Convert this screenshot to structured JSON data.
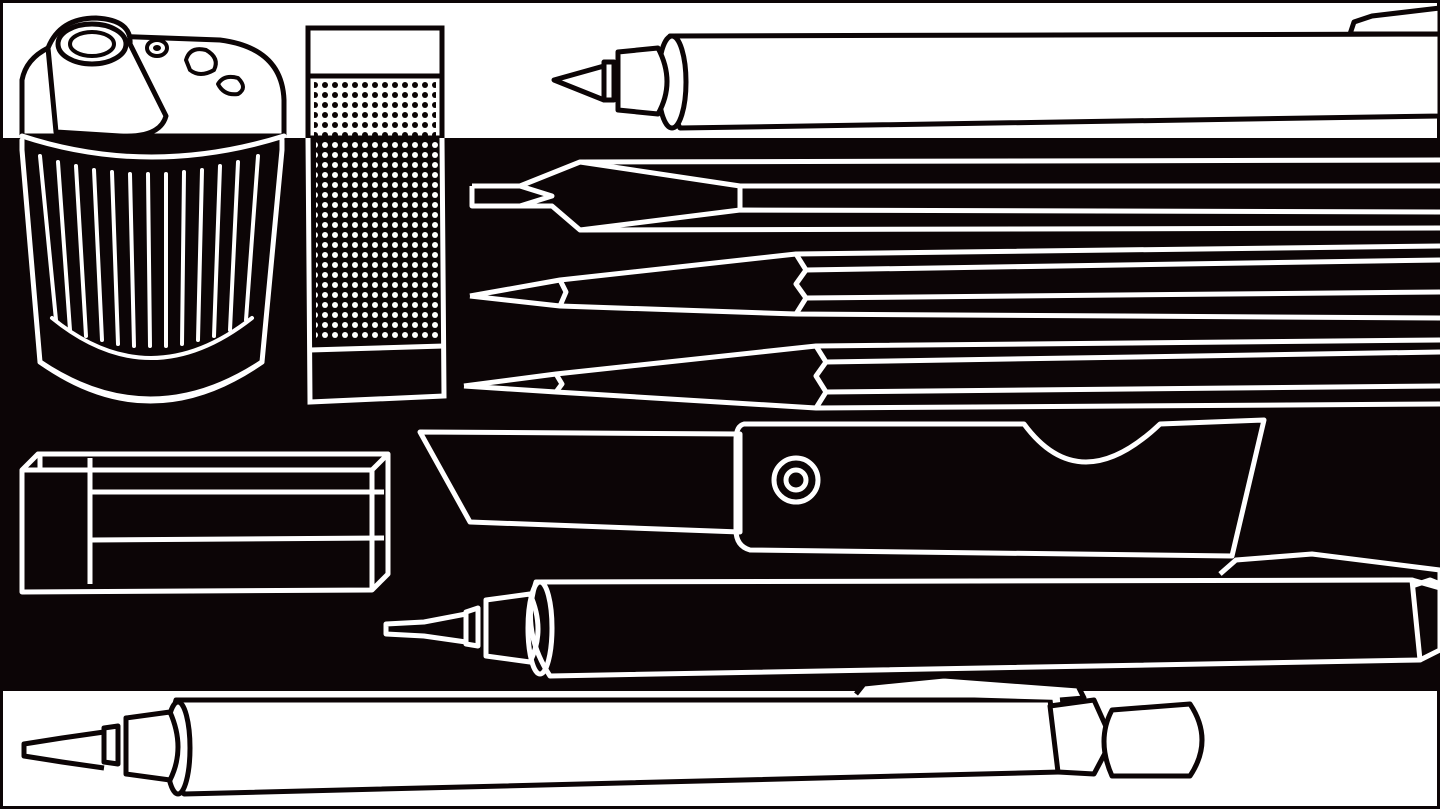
{
  "scene": {
    "colors": {
      "ink": "#0c0506",
      "paper": "#ffffff"
    },
    "objects": [
      "pencil-sharpener",
      "eraser-upright",
      "eraser-block",
      "technical-pen",
      "sharpened-pencil",
      "utility-knife"
    ]
  }
}
